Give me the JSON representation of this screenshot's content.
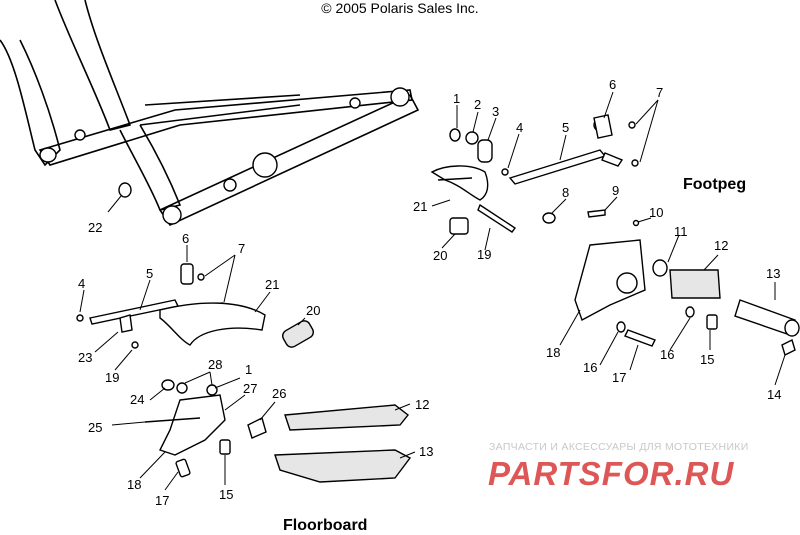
{
  "header": {
    "copyright": "© 2005 Polaris Sales Inc."
  },
  "sections": {
    "footpeg": "Footpeg",
    "floorboard": "Floorboard"
  },
  "watermark": {
    "tagline": "ЗАПЧАСТИ И АКСЕССУАРЫ ДЛЯ МОТОТЕХНИКИ",
    "logo": "PARTSFOR.RU",
    "color": "#d93a3a"
  },
  "callouts": {
    "frame": [
      "22"
    ],
    "footpeg": [
      "1",
      "2",
      "3",
      "4",
      "5",
      "6",
      "7",
      "8",
      "9",
      "10",
      "11",
      "12",
      "13",
      "14",
      "15",
      "16",
      "16",
      "17",
      "18",
      "19",
      "20",
      "21"
    ],
    "floorboard_upper": [
      "4",
      "5",
      "6",
      "7",
      "19",
      "20",
      "21",
      "23"
    ],
    "floorboard": [
      "1",
      "12",
      "13",
      "15",
      "17",
      "18",
      "24",
      "25",
      "26",
      "27",
      "28"
    ]
  }
}
